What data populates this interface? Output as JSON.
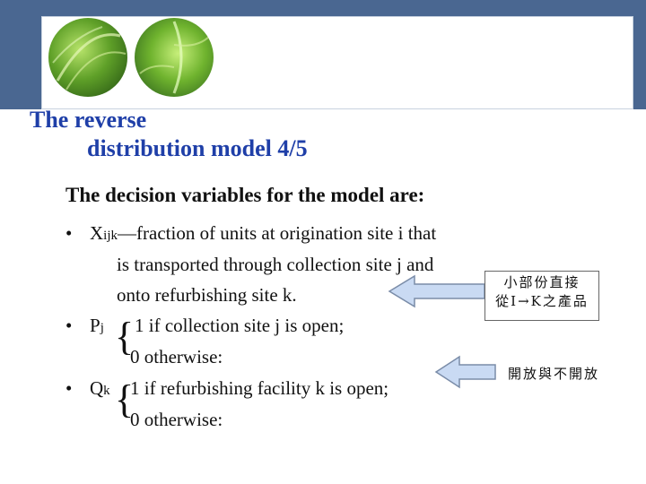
{
  "slide": {
    "title_line1": "The reverse",
    "title_line2": "distribution model  4/5",
    "subtitle": "The decision variables for the model are:",
    "bullets": {
      "b1_symbol": "X",
      "b1_sub": "ijk",
      "b1_text1": "—fraction of units at origination site i that",
      "b1_text2": "is transported through collection site j and",
      "b1_text3": "onto refurbishing site k.",
      "b2_symbol": "P",
      "b2_sub": "j",
      "b2_text1": "1 if collection site j is open;",
      "b2_text2": "0 otherwise:",
      "b3_symbol": "Q",
      "b3_sub": "k",
      "b3_text1": "1 if refurbishing facility k is open;",
      "b3_text2": "0 otherwise:"
    },
    "notes": {
      "note1_line1": "小部份直接",
      "note1_line2": "從I→K之產品",
      "note2": "開放與不開放"
    }
  },
  "colors": {
    "header": "#4a6791",
    "title": "#1f3fa8"
  },
  "icons": [
    "leaf-image",
    "arrow-left-icon"
  ]
}
